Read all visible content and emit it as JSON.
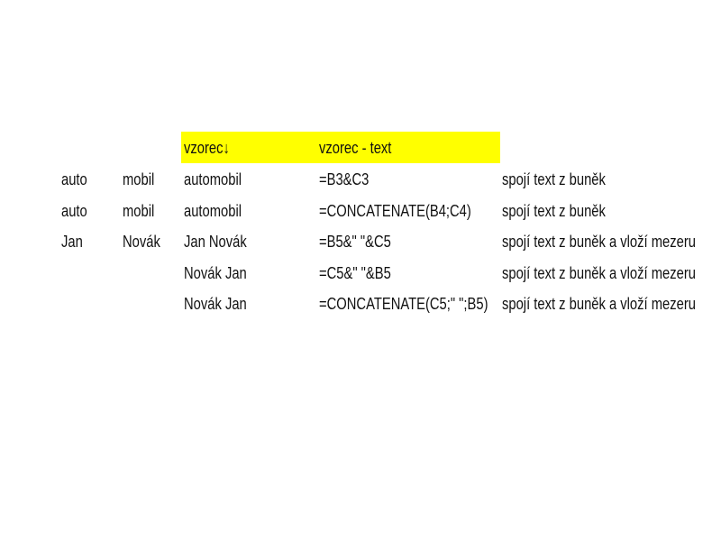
{
  "header": {
    "formula_label": "vzorec",
    "arrow": "↓",
    "formula_text_label": "vzorec - text",
    "highlight_color": "#ffff00"
  },
  "rows": [
    {
      "a": "auto",
      "b": "mobil",
      "c": "automobil",
      "d": "=B3&C3",
      "e": "spojí text z buněk"
    },
    {
      "a": "auto",
      "b": "mobil",
      "c": "automobil",
      "d": "=CONCATENATE(B4;C4)",
      "e": "spojí text z buněk"
    },
    {
      "a": "Jan",
      "b": "Novák",
      "c": "Jan Novák",
      "d": "=B5&\" \"&C5",
      "e": "spojí text z buněk a vloží mezeru"
    },
    {
      "a": "",
      "b": "",
      "c": "Novák Jan",
      "d": "=C5&\" \"&B5",
      "e": "spojí text z buněk a vloží mezeru"
    },
    {
      "a": "",
      "b": "",
      "c": "Novák Jan",
      "d": "=CONCATENATE(C5;\" \";B5)",
      "e": "spojí text z buněk a vloží mezeru"
    }
  ]
}
